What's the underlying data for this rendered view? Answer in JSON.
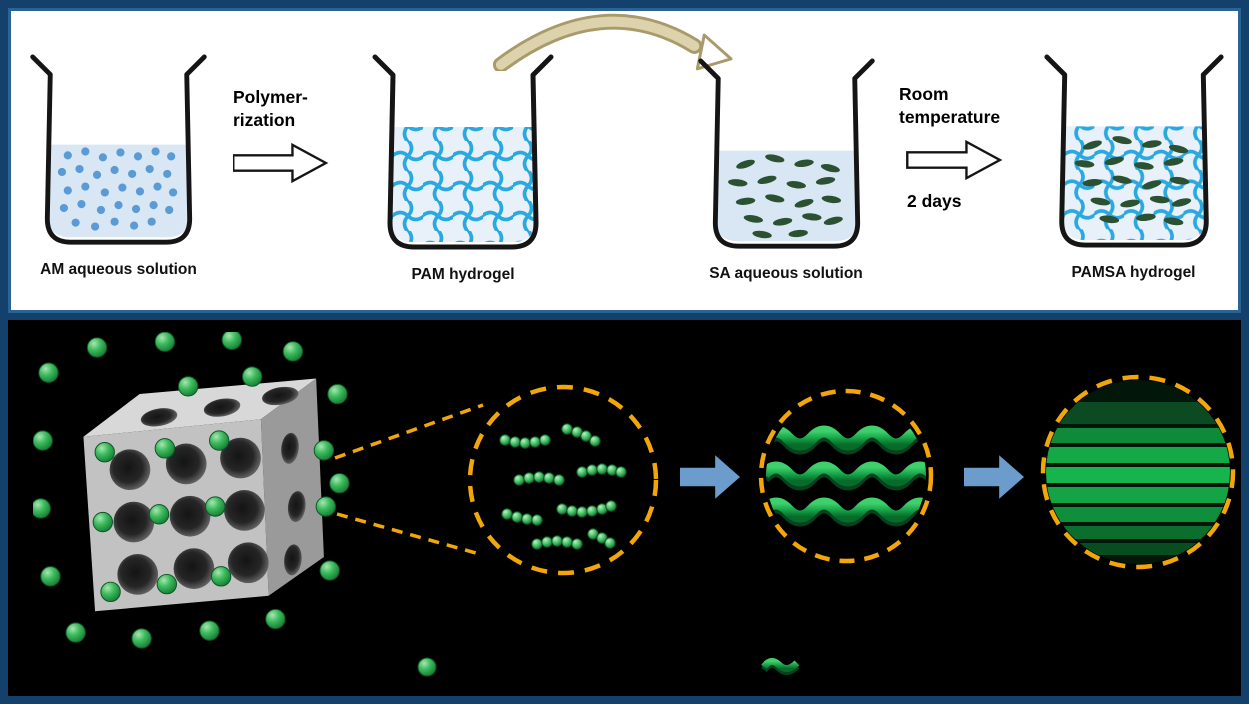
{
  "top_panel": {
    "steps": [
      {
        "label": "AM aqueous solution"
      },
      {
        "label": "PAM hydrogel"
      },
      {
        "label": "SA aqueous solution"
      },
      {
        "label": "PAMSA hydrogel"
      }
    ],
    "polymerization_label_line1": "Polymer-",
    "polymerization_label_line2": "rization",
    "room_temp_line1": "Room",
    "room_temp_line2": "temperature",
    "room_temp_duration": "2 days"
  },
  "icons": {
    "beaker": "glass-beaker-outline",
    "block_arrow": "white-right-block-arrow",
    "curved_arrow": "tan-curved-transfer-arrow",
    "zoom_circle": "orange-dashed-magnifier-circle",
    "process_arrow": "blue-right-block-arrow",
    "porous_cube": "gray-porous-scaffold-cube",
    "green_sphere": "sa-molecule-sphere",
    "green_ribbon": "sa-polymer-ribbon"
  },
  "colors": {
    "figure_border": "#14416b",
    "top_panel_border": "#2a6496",
    "top_panel_bg": "#ffffff",
    "bottom_panel_bg": "#000000",
    "liquid_blue": "#d9e6f3",
    "monomer_dot_blue": "#5b9bd5",
    "network_blue": "#2aa8e0",
    "sa_leaf_green": "#2c5132",
    "sphere_green": "#21a64a",
    "zoom_circle_orange": "#f2a60a",
    "process_arrow_blue": "#6b9ccc",
    "cube_gray": "#c2c2c2",
    "curved_arrow_tan": "#cfc39a"
  }
}
